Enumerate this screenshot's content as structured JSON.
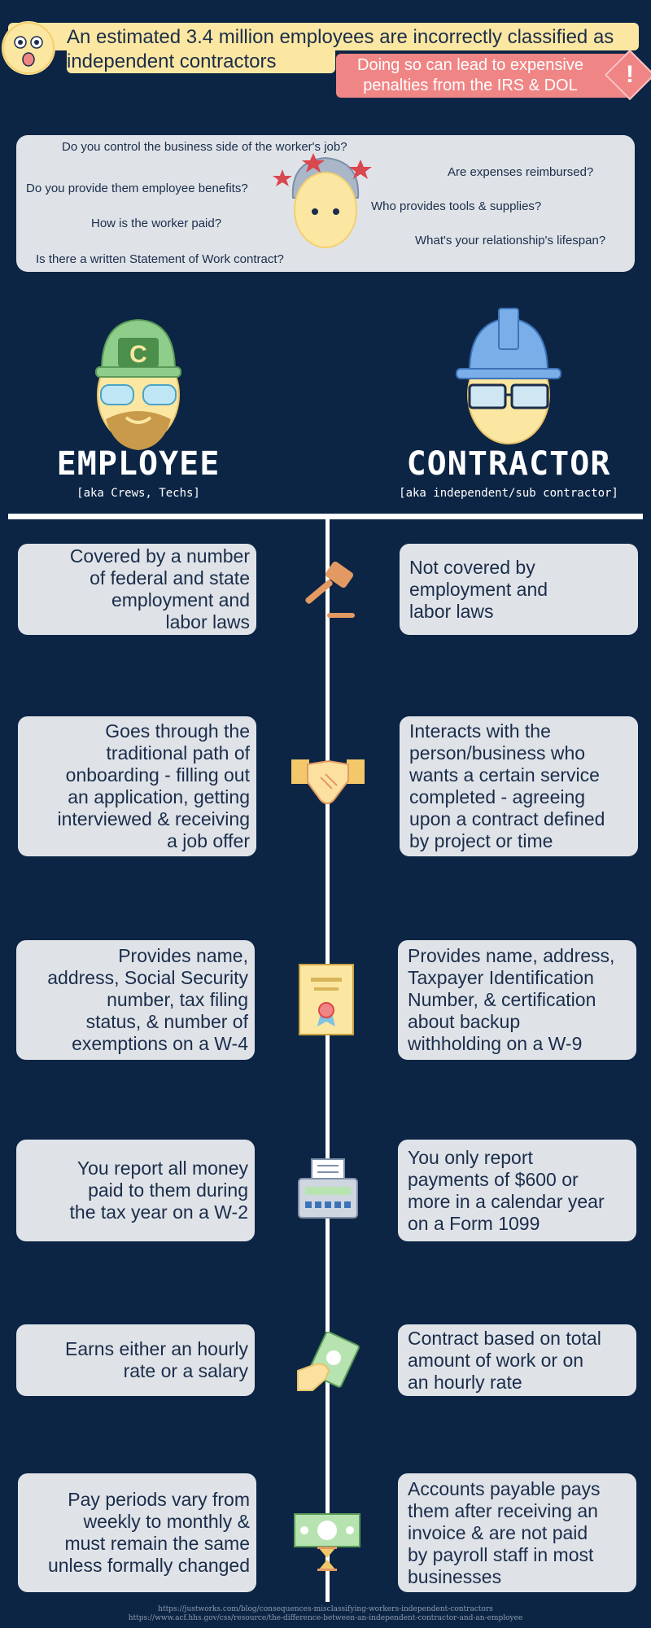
{
  "header": {
    "headline": "An estimated 3.4 million employees are incorrectly classified as independent contractors",
    "warning": "Doing so can lead to expensive penalties from the IRS & DOL",
    "warning_icon": "!"
  },
  "questions": [
    "Do you control the business side of the worker's job?",
    "Do you provide them employee benefits?",
    "How is the worker paid?",
    "Is there a written Statement of Work contract?",
    "Are expenses reimbursed?",
    "Who provides tools & supplies?",
    "What's your relationship's lifespan?"
  ],
  "employee": {
    "title": "EMPLOYEE",
    "aka": "[aka Crews, Techs]",
    "cap_letter": "C"
  },
  "contractor": {
    "title": "CONTRACTOR",
    "aka": "[aka independent/sub contractor]"
  },
  "rows": [
    {
      "icon": "gavel-icon",
      "employee": "Covered by a number\nof federal and state\nemployment and\nlabor laws",
      "contractor": "Not covered by\nemployment and\nlabor laws"
    },
    {
      "icon": "handshake-icon",
      "employee": "Goes through the\ntraditional path of\nonboarding - filling out\nan application, getting\ninterviewed & receiving\na job offer",
      "contractor": "Interacts with the\nperson/business who\nwants a certain service\ncompleted - agreeing\nupon a contract defined\nby project or time"
    },
    {
      "icon": "certificate-icon",
      "employee": "Provides name,\naddress, Social Security\nnumber, tax filing\nstatus, & number of\nexemptions on a W-4",
      "contractor": "Provides name, address,\nTaxpayer Identification\nNumber, & certification\nabout backup\nwithholding on a W-9"
    },
    {
      "icon": "cash-register-icon",
      "employee": "You report all money\npaid to them during\nthe tax year on a W-2",
      "contractor": "You only report\npayments of $600 or\nmore in a calendar year\non a Form 1099"
    },
    {
      "icon": "cash-in-hand-icon",
      "employee": "Earns either an hourly\nrate or a salary",
      "contractor": "Contract based on total\namount of work or on\nan hourly rate"
    },
    {
      "icon": "money-hourglass-icon",
      "employee": "Pay periods vary from\nweekly to monthly &\nmust remain the same\nunless formally changed",
      "contractor": "Accounts payable pays\nthem after receiving an\ninvoice & are not paid\nby payroll staff in most\nbusinesses"
    }
  ],
  "sources": [
    "https://justworks.com/blog/consequences-misclassifying-workers-independent-contractors",
    "https://www.acf.hhs.gov/css/resource/the-difference-between-an-independent-contractor-and-an-employee"
  ],
  "colors": {
    "background": "#0c2545",
    "banner": "#fbe7a1",
    "warning": "#f08585",
    "card": "#dfe3e8",
    "text": "#1b2d4a"
  }
}
